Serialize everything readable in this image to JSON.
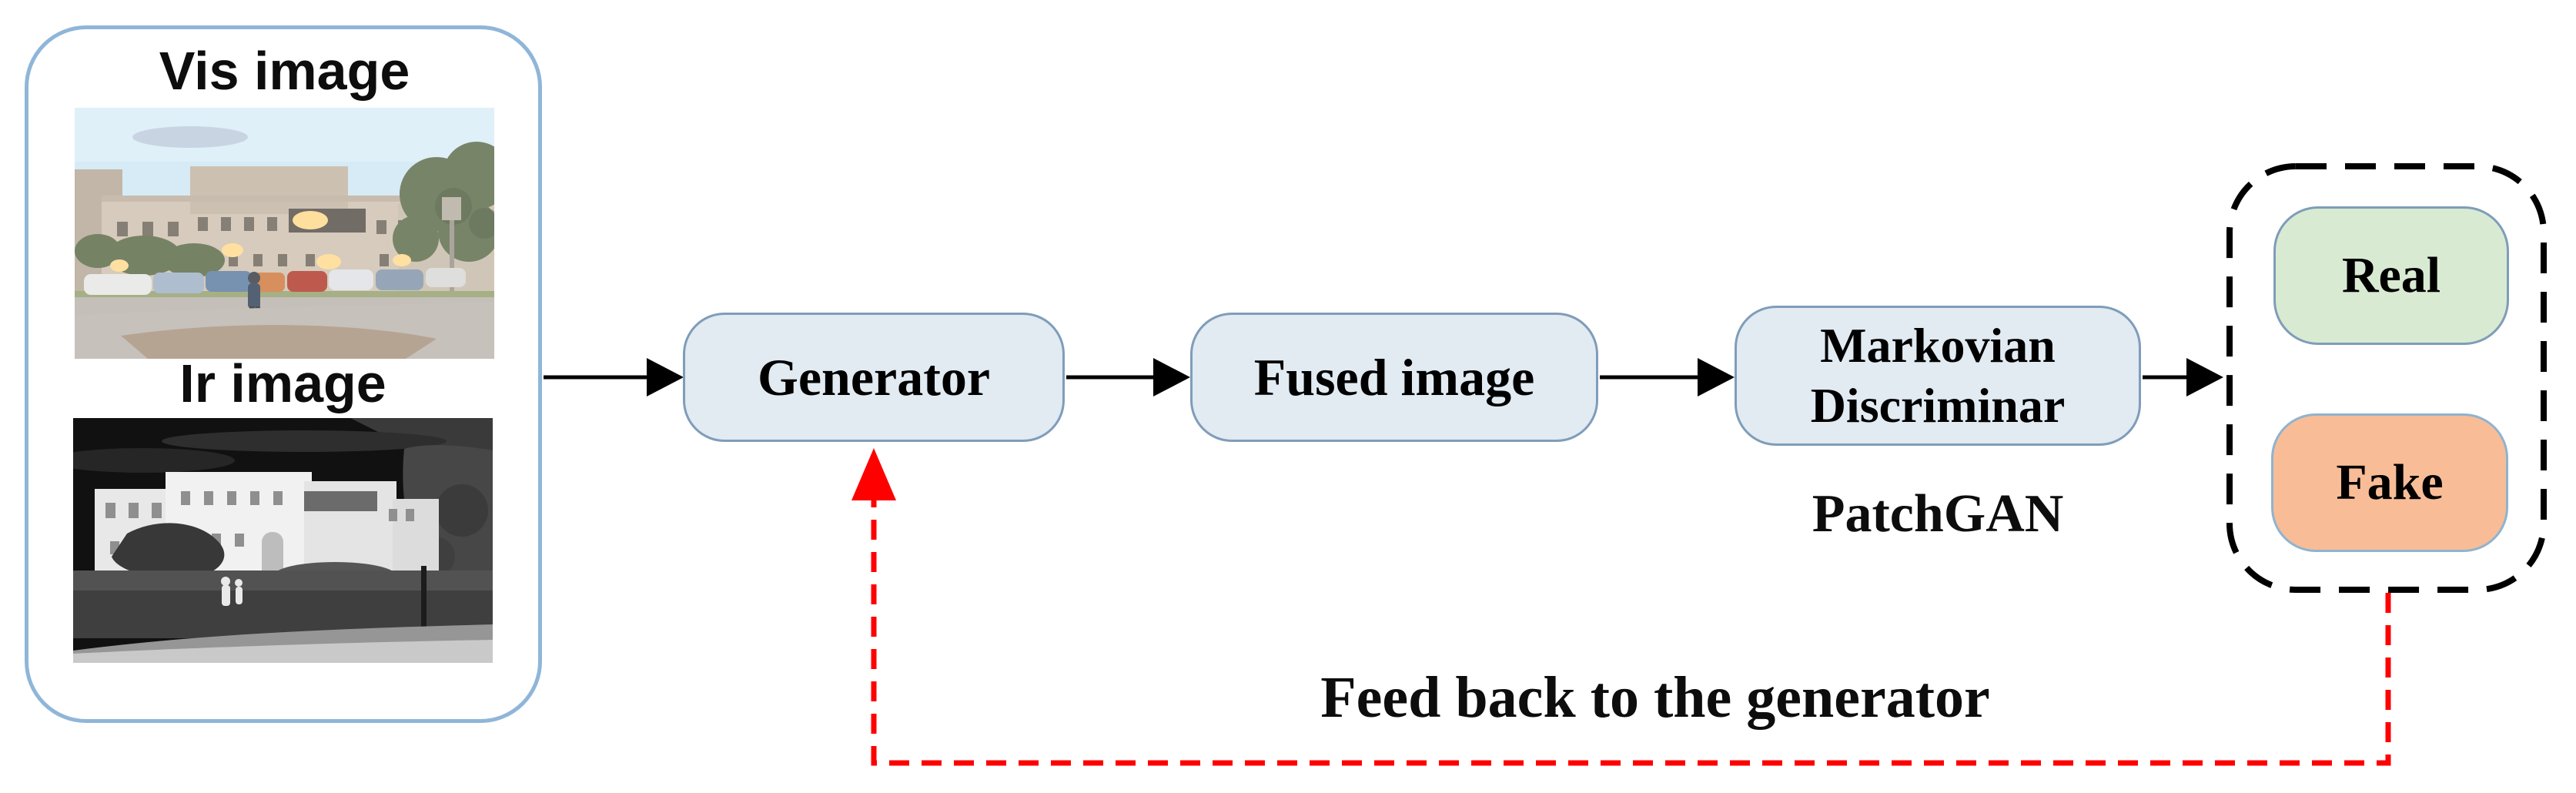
{
  "inputs": {
    "vis_label": "Vis image",
    "ir_label": "Ir image",
    "vis_photo_desc": "visible-light photo of building with parked cars",
    "ir_photo_desc": "infrared photo of same building, bright on dark"
  },
  "nodes": {
    "generator": "Generator",
    "fused": "Fused image",
    "discriminator_line1": "Markovian",
    "discriminator_line2": "Discriminar",
    "patchgan_caption": "PatchGAN"
  },
  "outputs": {
    "real": "Real",
    "fake": "Fake"
  },
  "feedback": {
    "label": "Feed back to the generator"
  },
  "icons": {
    "flow_arrowhead": "right-arrowhead-icon",
    "feedback_arrowhead": "up-arrowhead-icon"
  },
  "colors": {
    "node_fill": "#E2EAF2",
    "node_border": "#7F9DB9",
    "input_panel_border": "#8FB6D8",
    "real_fill": "#D9EAD3",
    "fake_fill": "#F8BD97",
    "output_border": "#000000",
    "feedback_arrow": "#FF0000",
    "flow_arrow": "#000000",
    "text": "#000000"
  }
}
